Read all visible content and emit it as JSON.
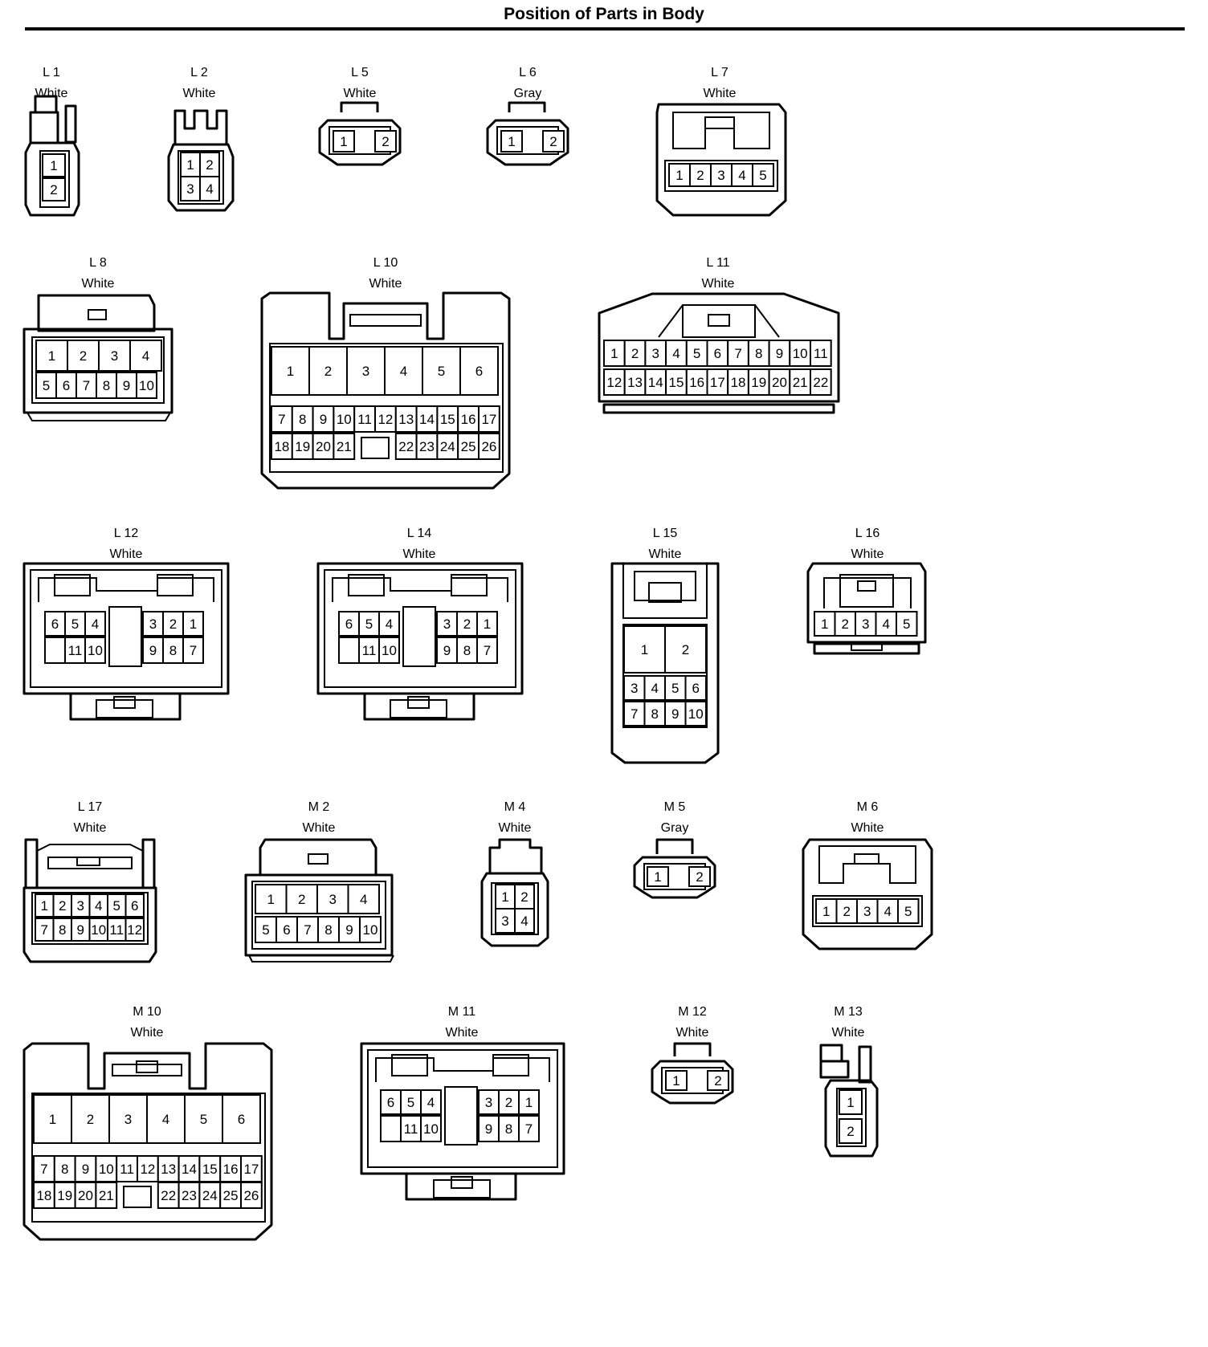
{
  "page": {
    "title": "Position of Parts in Body"
  },
  "connectors": [
    {
      "id": "L 1",
      "color": "White"
    },
    {
      "id": "L 2",
      "color": "White"
    },
    {
      "id": "L 5",
      "color": "White"
    },
    {
      "id": "L 6",
      "color": "Gray"
    },
    {
      "id": "L 7",
      "color": "White"
    },
    {
      "id": "L 8",
      "color": "White"
    },
    {
      "id": "L 10",
      "color": "White"
    },
    {
      "id": "L 11",
      "color": "White"
    },
    {
      "id": "L 12",
      "color": "White"
    },
    {
      "id": "L 14",
      "color": "White"
    },
    {
      "id": "L 15",
      "color": "White"
    },
    {
      "id": "L 16",
      "color": "White"
    },
    {
      "id": "L 17",
      "color": "White"
    },
    {
      "id": "M 2",
      "color": "White"
    },
    {
      "id": "M 4",
      "color": "White"
    },
    {
      "id": "M 5",
      "color": "Gray"
    },
    {
      "id": "M 6",
      "color": "White"
    },
    {
      "id": "M 10",
      "color": "White"
    },
    {
      "id": "M 11",
      "color": "White"
    },
    {
      "id": "M 12",
      "color": "White"
    },
    {
      "id": "M 13",
      "color": "White"
    }
  ]
}
